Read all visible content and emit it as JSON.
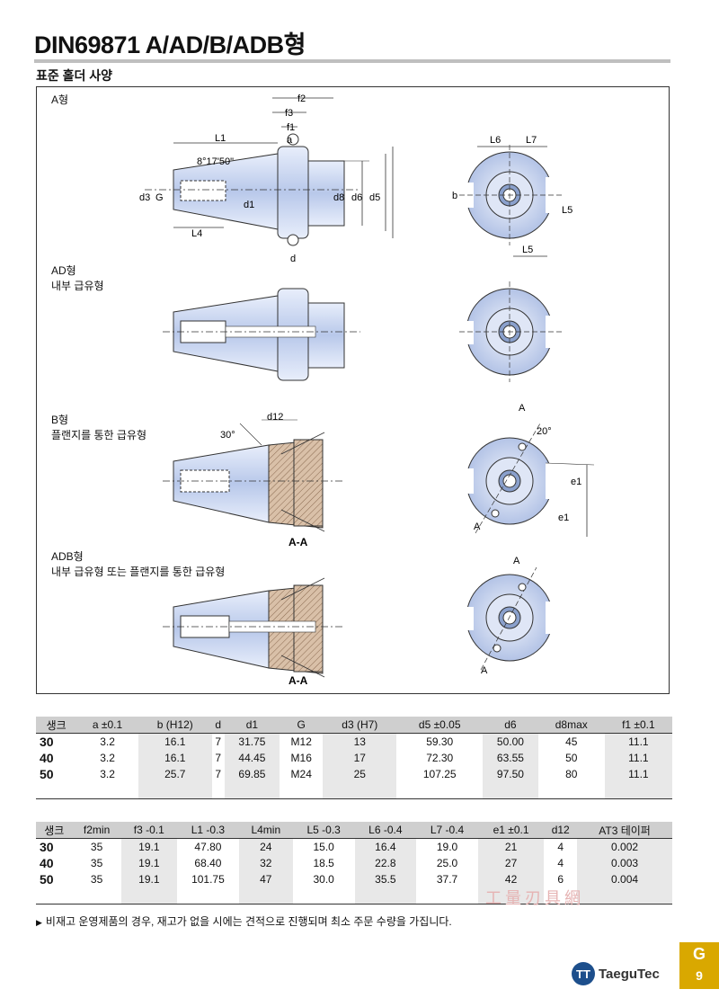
{
  "header": {
    "title": "DIN69871 A/AD/B/ADB형",
    "subtitle": "표준 홀더 사양"
  },
  "diagram": {
    "type_a": "A형",
    "type_ad": "AD형",
    "type_ad_desc": "내부 급유형",
    "type_b": "B형",
    "type_b_desc": "플랜지를 통한 급유형",
    "type_adb": "ADB형",
    "type_adb_desc": "내부 급유형 또는 플랜지를 통한 급유형",
    "section_label": "A-A",
    "angle_taper": "8°17'50\"",
    "angle_30": "30°",
    "angle_20": "20°",
    "dims": {
      "L1": "L1",
      "L4": "L4",
      "L5": "L5",
      "L6": "L6",
      "L7": "L7",
      "f1": "f1",
      "f2": "f2",
      "f3": "f3",
      "a": "a",
      "b": "b",
      "d": "d",
      "d1": "d1",
      "d3": "d3",
      "d5": "d5",
      "d6": "d6",
      "d8": "d8",
      "d12": "d12",
      "G": "G",
      "e1": "e1",
      "A": "A"
    }
  },
  "table1": {
    "headers": [
      "생크",
      "a ±0.1",
      "b (H12)",
      "d",
      "d1",
      "G",
      "d3 (H7)",
      "d5 ±0.05",
      "d6",
      "d8max",
      "f1 ±0.1"
    ],
    "rows": [
      [
        "30",
        "3.2",
        "16.1",
        "7",
        "31.75",
        "M12",
        "13",
        "59.30",
        "50.00",
        "45",
        "11.1"
      ],
      [
        "40",
        "3.2",
        "16.1",
        "7",
        "44.45",
        "M16",
        "17",
        "72.30",
        "63.55",
        "50",
        "11.1"
      ],
      [
        "50",
        "3.2",
        "25.7",
        "7",
        "69.85",
        "M24",
        "25",
        "107.25",
        "97.50",
        "80",
        "11.1"
      ]
    ]
  },
  "table2": {
    "headers": [
      "생크",
      "f2min",
      "f3 -0.1",
      "L1 -0.3",
      "L4min",
      "L5 -0.3",
      "L6 -0.4",
      "L7 -0.4",
      "e1 ±0.1",
      "d12",
      "AT3 테이퍼"
    ],
    "rows": [
      [
        "30",
        "35",
        "19.1",
        "47.80",
        "24",
        "15.0",
        "16.4",
        "19.0",
        "21",
        "4",
        "0.002"
      ],
      [
        "40",
        "35",
        "19.1",
        "68.40",
        "32",
        "18.5",
        "22.8",
        "25.0",
        "27",
        "4",
        "0.003"
      ],
      [
        "50",
        "35",
        "19.1",
        "101.75",
        "47",
        "30.0",
        "35.5",
        "37.7",
        "42",
        "6",
        "0.004"
      ]
    ]
  },
  "note": "비재고 운영제품의 경우, 재고가 없을 시에는 견적으로 진행되며 최소 주문 수량을 가집니다.",
  "footer": {
    "brand": "TaeguTec",
    "brand_mark": "TT",
    "tab_letter": "G",
    "page_number": "9"
  },
  "watermark": "工量刃具網",
  "colors": {
    "part_fill": "#c9d6f0",
    "part_dark": "#9fb2dc",
    "accent_tab": "#d9a800",
    "brand": "#1d4f8c"
  }
}
